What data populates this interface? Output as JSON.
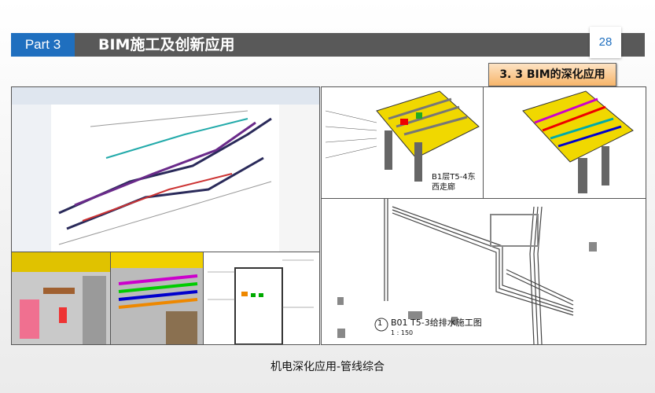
{
  "header": {
    "part": "Part 3",
    "title": "BIM施工及创新应用",
    "page_number": "28"
  },
  "section": {
    "title": "3. 3  BIM的深化应用"
  },
  "images": {
    "revit": {
      "description_label": ""
    },
    "corridor": {
      "label": "B1层T5-4东西走廊"
    },
    "plan": {
      "title": "B01 T5-3给排水施工图",
      "number": "1",
      "scale": "1 : 150"
    }
  },
  "caption": "机电深化应用-管线综合",
  "colors": {
    "part_blue": "#1f6fbf",
    "header_gray": "#595959",
    "section_orange": "#f7b56a"
  }
}
